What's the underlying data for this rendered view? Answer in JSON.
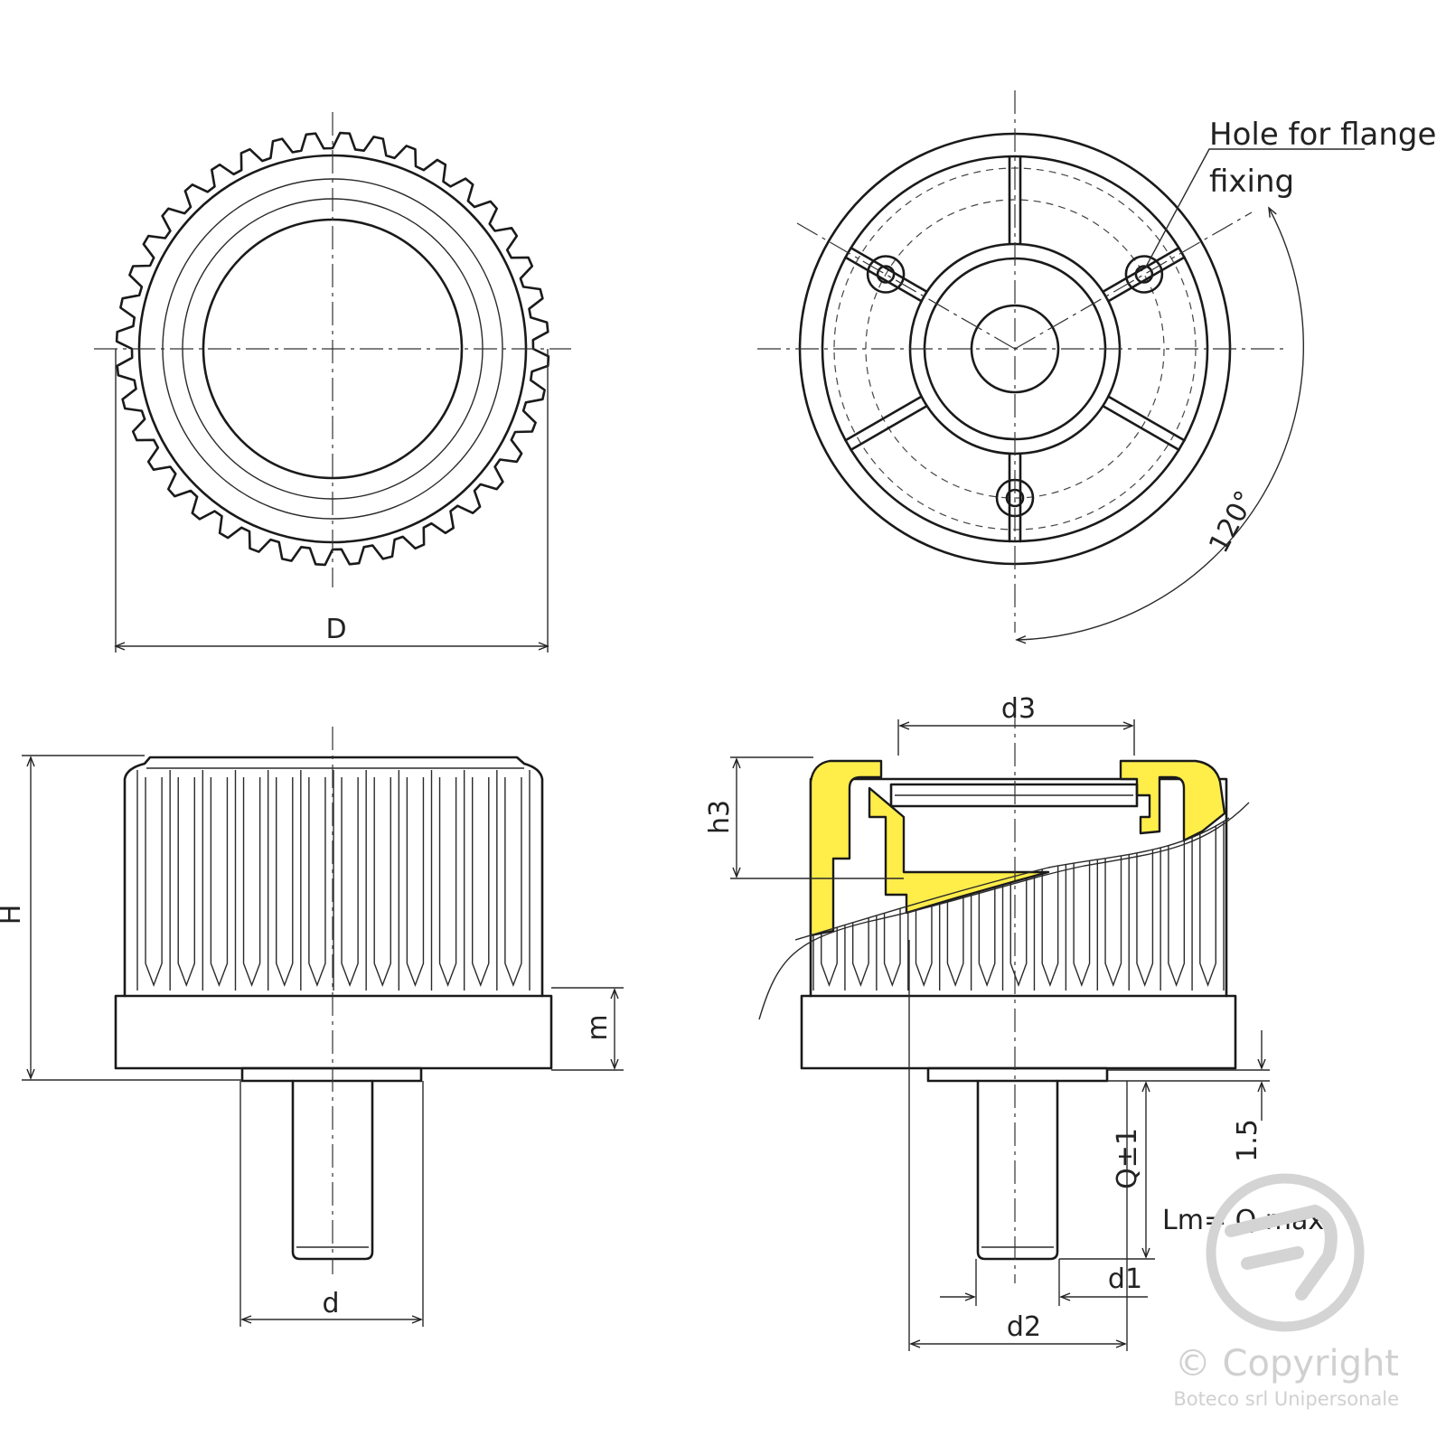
{
  "labels": {
    "D": "D",
    "H": "H",
    "m": "m",
    "d": "d",
    "d1": "d1",
    "d2": "d2",
    "d3": "d3",
    "h3": "h3",
    "Q": "Q±1",
    "lm": "Lm= Q max.",
    "dim_1_5": "1.5",
    "angle": "120°",
    "hole_line1": "Hole for flange",
    "hole_line2": "fixing"
  },
  "watermark": {
    "copyright": "© Copyright",
    "company": "Boteco srl Unipersonale"
  },
  "colors": {
    "section_fill": "#ffed4a",
    "line": "#1a1a1a",
    "watermark": "#d0d0d0"
  }
}
